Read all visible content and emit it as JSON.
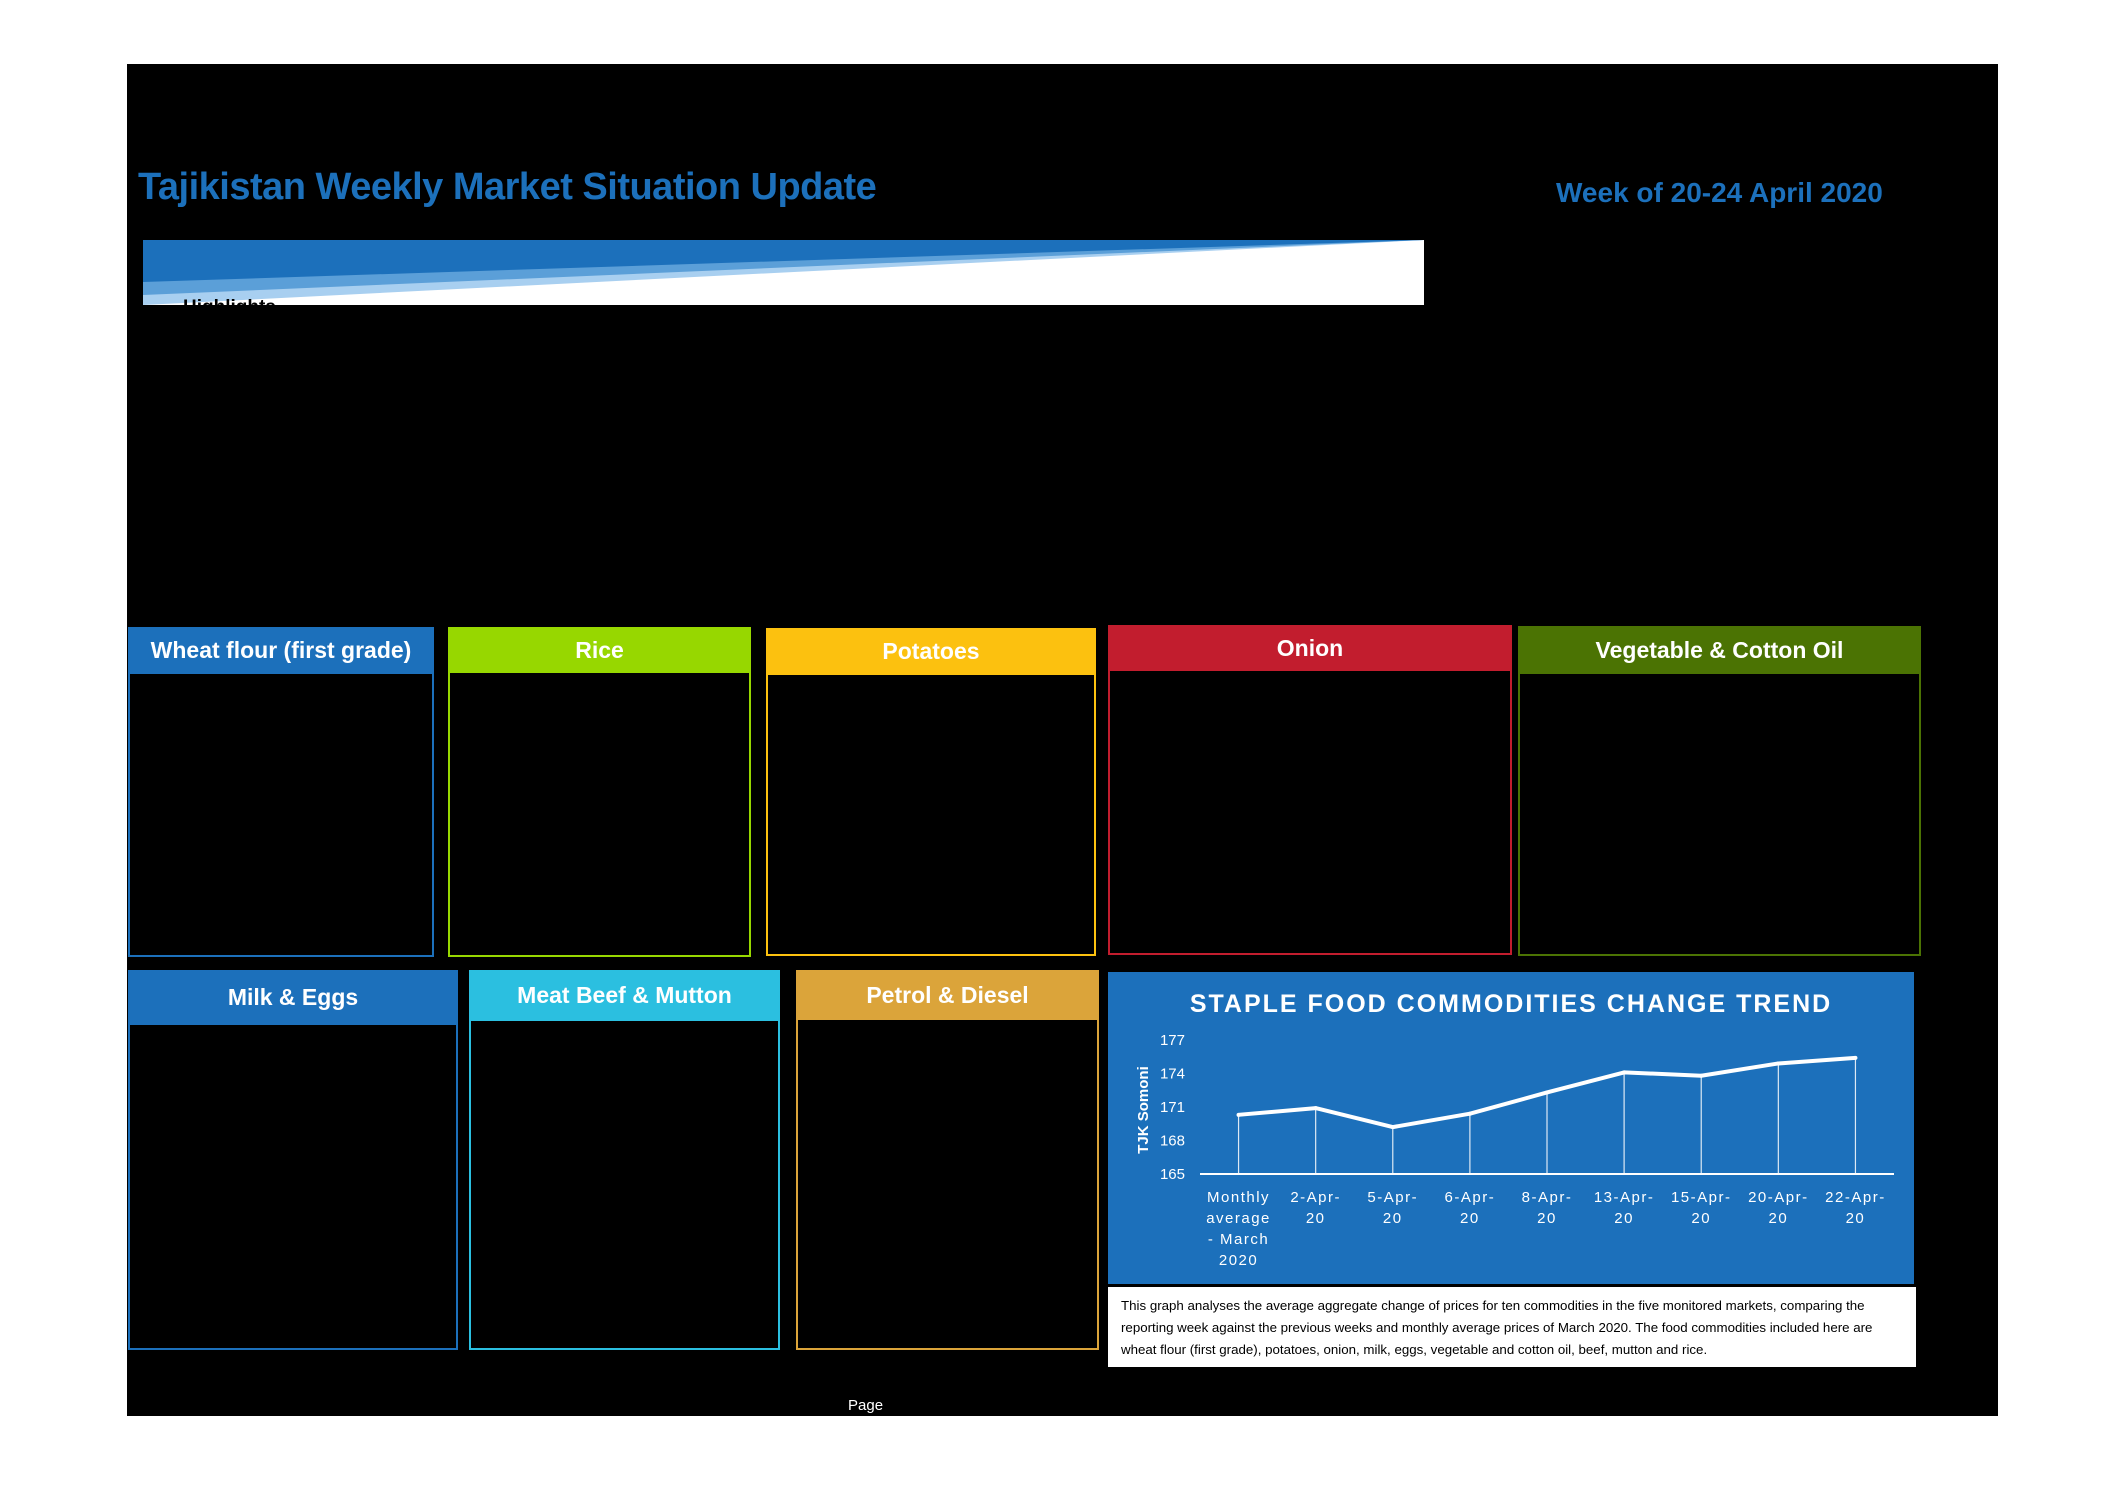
{
  "header": {
    "title": "Tajikistan Weekly Market Situation Update",
    "week": "Week of 20-24 April 2020",
    "highlights_label": "Highlights"
  },
  "colors": {
    "brand_blue": "#1c70bb",
    "wheat": "#1c70bb",
    "rice": "#97d700",
    "potatoes": "#fcc10f",
    "onion": "#c21d2e",
    "oil": "#4b7303",
    "milk": "#1c70bb",
    "meat": "#2bbfe0",
    "petrol": "#dba43a"
  },
  "commodity_boxes": {
    "wheat": "Wheat flour (first grade)",
    "rice": "Rice",
    "potatoes": "Potatoes",
    "onion": "Onion",
    "oil": "Vegetable & Cotton Oil",
    "milk": "Milk & Eggs",
    "meat": "Meat Beef & Mutton",
    "petrol": "Petrol & Diesel"
  },
  "chart_data": {
    "type": "line",
    "title": "STAPLE FOOD COMMODITIES CHANGE TREND",
    "ylabel": "TJK Somoni",
    "xlabel": "",
    "ylim": [
      165,
      177
    ],
    "yticks": [
      165,
      168,
      171,
      174,
      177
    ],
    "categories": [
      [
        "Monthly",
        "average",
        "- March",
        "2020"
      ],
      [
        "2-Apr-",
        "20"
      ],
      [
        "5-Apr-",
        "20"
      ],
      [
        "6-Apr-",
        "20"
      ],
      [
        "8-Apr-",
        "20"
      ],
      [
        "13-Apr-",
        "20"
      ],
      [
        "15-Apr-",
        "20"
      ],
      [
        "20-Apr-",
        "20"
      ],
      [
        "22-Apr-",
        "20"
      ]
    ],
    "series": [
      {
        "values": [
          170.3,
          170.9,
          169.2,
          170.4,
          172.3,
          174.1,
          173.8,
          174.9,
          175.4
        ]
      }
    ],
    "grid": false,
    "drop_lines": true
  },
  "caption": "This graph analyses the average aggregate change of prices for ten commodities in the five monitored markets, comparing the reporting week against the previous weeks and monthly average prices of March 2020. The food commodities included here are wheat flour (first grade), potatoes, onion, milk, eggs, vegetable and cotton oil, beef, mutton and rice.",
  "footer": {
    "page_label": "Page"
  }
}
